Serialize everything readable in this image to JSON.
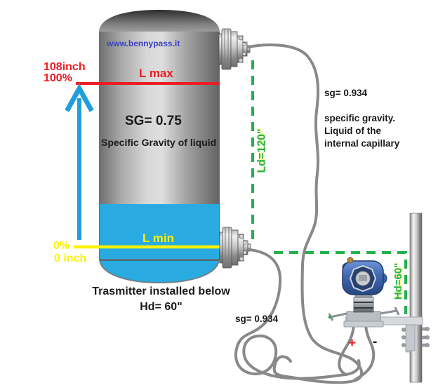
{
  "diagram": {
    "website": "www.bennypass.it",
    "tank": {
      "sg_value": "SG= 0.75",
      "sg_caption": "Specific Gravity of liquid"
    },
    "levels": {
      "max_line_label": "L max",
      "max_inches": "108inch",
      "max_percent": "100%",
      "min_line_label": "L min",
      "min_percent": "0%",
      "min_inches": "0 inch"
    },
    "caption": {
      "line1": "Trasmitter installed below",
      "line2": "Hd= 60\""
    },
    "dimensions": {
      "ld": "Ld=120\"",
      "hd": "Hd=60\""
    },
    "capillary": {
      "sg_top": "sg= 0.934",
      "note_line1": "specific gravity.",
      "note_line2": "Liquid of the",
      "note_line3": "internal capillary",
      "sg_bottom": "sg= 0.934"
    },
    "transmitter": {
      "plus_port": "+",
      "minus_port": "-"
    },
    "colors": {
      "level_max_red": "#ed1c24",
      "level_min_yellow": "#fff200",
      "dimension_green": "#22b14c",
      "arrow_blue": "#219fdd",
      "liquid_blue": "#29abe2",
      "website_blue": "#3a41c6",
      "capillary_gray": "#898989"
    }
  }
}
